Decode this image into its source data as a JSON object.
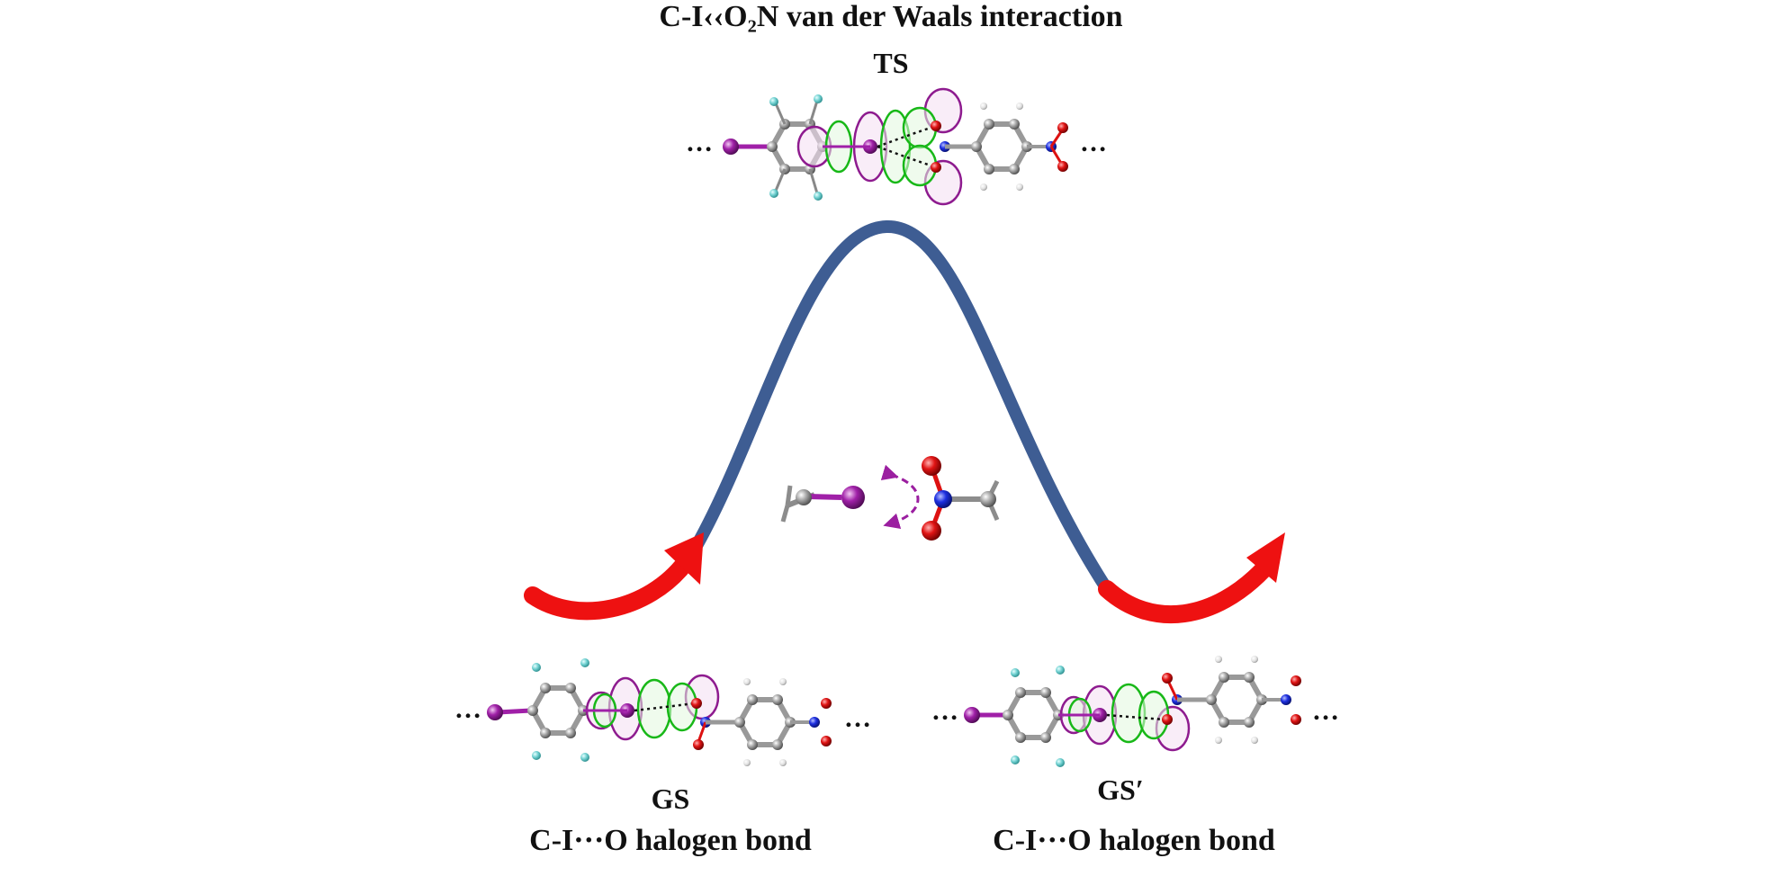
{
  "title": "C-I‹‹O₂N van der Waals interaction",
  "ts_label": "TS",
  "gs_label": "GS",
  "gs_subtitle": "C-I···O halogen bond",
  "gs2_label": "GS′",
  "gs2_subtitle": "C-I···O halogen bond",
  "ellipsis": "…",
  "colors": {
    "curve": "#3e5d93",
    "arrow": "#ee1111",
    "iodine": "#9b1fa0",
    "lobe_purple": "#8e1b8f",
    "lobe_green": "#18b818",
    "carbon": "#8c8c8c",
    "fluorine": "#66cccc",
    "hydrogen": "#e8e8e8",
    "oxygen": "#dd1111",
    "nitrogen": "#1a2bd6"
  }
}
